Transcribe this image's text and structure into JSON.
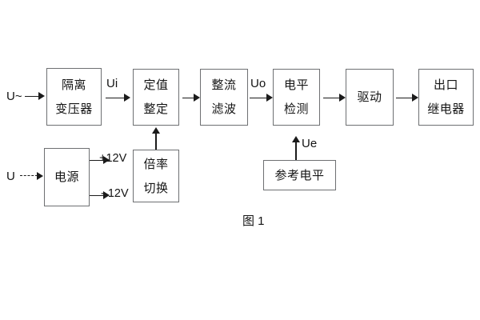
{
  "figure": {
    "caption": "图 1",
    "blocks": [
      {
        "id": "isolation-transformer",
        "lines": [
          "隔离",
          "变压器"
        ]
      },
      {
        "id": "setting-value",
        "lines": [
          "定值",
          "整定"
        ]
      },
      {
        "id": "rectify-filter",
        "lines": [
          "整流",
          "滤波"
        ]
      },
      {
        "id": "level-detection",
        "lines": [
          "电平",
          "检测"
        ]
      },
      {
        "id": "drive",
        "lines": [
          "驱动"
        ]
      },
      {
        "id": "output-relay",
        "lines": [
          "出口",
          "继电器"
        ]
      },
      {
        "id": "power-supply",
        "lines": [
          "电源"
        ]
      },
      {
        "id": "multiplier-switch",
        "lines": [
          "倍率",
          "切换"
        ]
      },
      {
        "id": "reference-level",
        "lines": [
          "参考电平"
        ]
      }
    ],
    "signals": {
      "ac_input": "U~",
      "dc_input": "U",
      "ui": "Ui",
      "uo": "Uo",
      "ue": "Ue",
      "rail_positive": "+12V",
      "rail_negative": "- 12V"
    }
  }
}
